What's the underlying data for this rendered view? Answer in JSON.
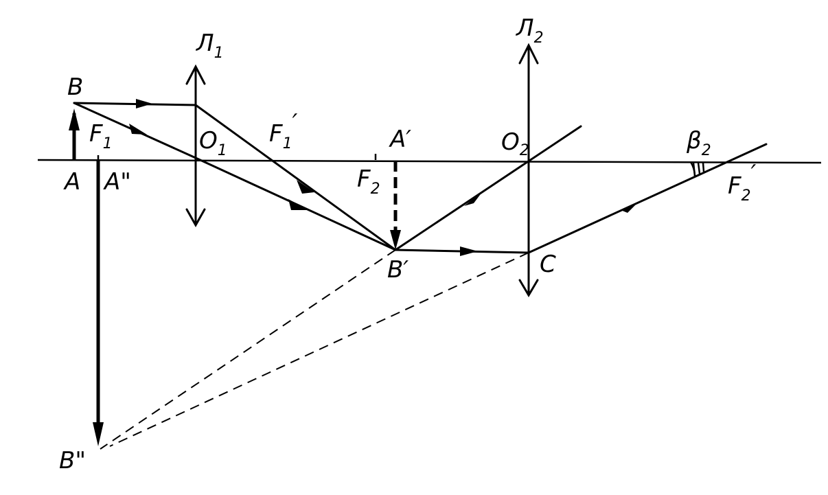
{
  "labels": {
    "lens1": "Л",
    "lens1_sub": "1",
    "lens2": "Л",
    "lens2_sub": "2",
    "B": "B",
    "A": "A",
    "F1": "F",
    "F1_sub": "1",
    "A2": "A\"",
    "O1": "O",
    "O1_sub": "1",
    "F1p": "F",
    "F1p_sub": "1",
    "F1p_prime": "′",
    "Ap": "A′",
    "F2": "F",
    "F2_sub": "2",
    "O2": "O",
    "O2_sub": "2",
    "Bp": "B′",
    "C": "C",
    "beta2": "β",
    "beta2_sub": "2",
    "F2p": "F",
    "F2p_sub": "2",
    "F2p_prime": "′",
    "B2": "B\""
  }
}
